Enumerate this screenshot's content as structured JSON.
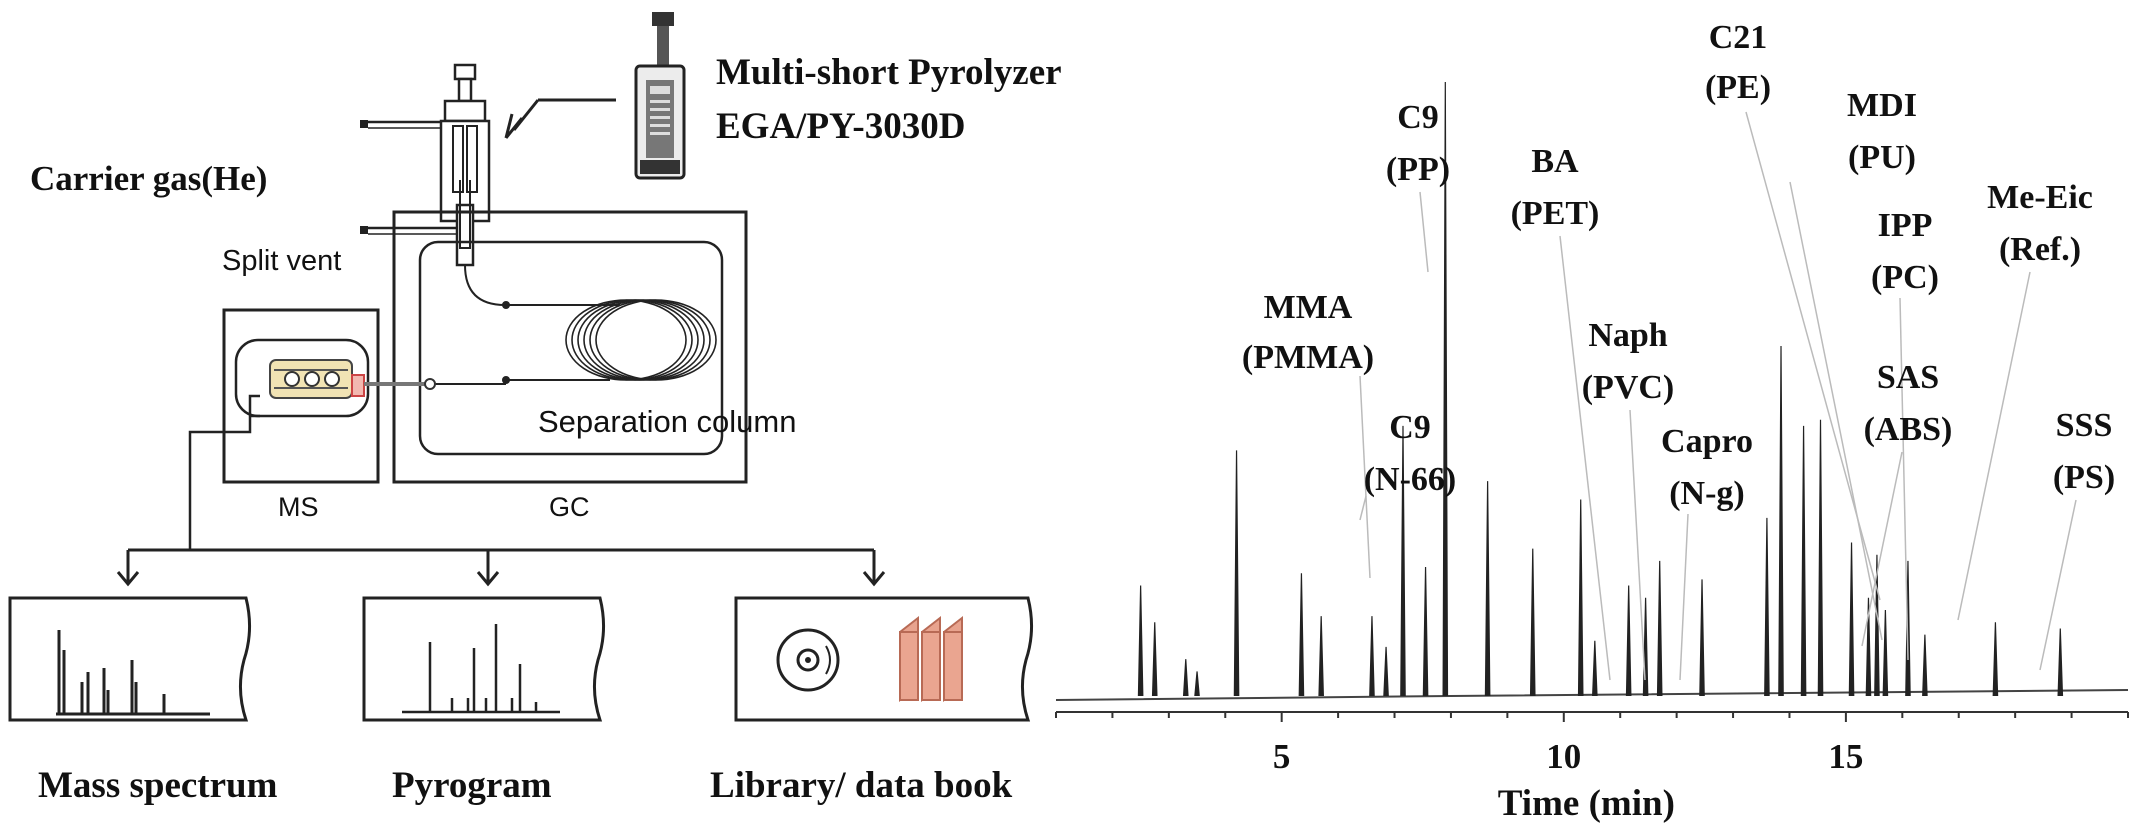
{
  "instrument": {
    "pyrolyzer_name": "Multi-short Pyrolyzer",
    "pyrolyzer_model": "EGA/PY-3030D",
    "carrier_gas_label": "Carrier gas(He)",
    "split_vent_label": "Split vent",
    "column_label": "Separation column",
    "ms_label": "MS",
    "gc_label": "GC"
  },
  "outputs": {
    "mass_spectrum_label": "Mass spectrum",
    "pyrogram_label": "Pyrogram",
    "library_label": "Library/ data book"
  },
  "chart_data": {
    "type": "line",
    "title": "",
    "xlabel": "Time (min)",
    "ylabel": "",
    "xlim": [
      1,
      20
    ],
    "ylim": [
      0,
      100
    ],
    "xticks": [
      5,
      10,
      15
    ],
    "grid": false,
    "peaks": [
      {
        "x": 2.5,
        "y": 18
      },
      {
        "x": 2.75,
        "y": 12
      },
      {
        "x": 3.3,
        "y": 6
      },
      {
        "x": 3.5,
        "y": 4
      },
      {
        "x": 4.2,
        "y": 40
      },
      {
        "x": 5.35,
        "y": 20
      },
      {
        "x": 5.7,
        "y": 13
      },
      {
        "x": 6.6,
        "y": 13
      },
      {
        "x": 6.85,
        "y": 8
      },
      {
        "x": 7.15,
        "y": 44
      },
      {
        "x": 7.55,
        "y": 21
      },
      {
        "x": 7.9,
        "y": 100
      },
      {
        "x": 8.65,
        "y": 35
      },
      {
        "x": 9.45,
        "y": 24
      },
      {
        "x": 10.3,
        "y": 32
      },
      {
        "x": 10.55,
        "y": 9
      },
      {
        "x": 11.15,
        "y": 18
      },
      {
        "x": 11.45,
        "y": 16
      },
      {
        "x": 11.7,
        "y": 22
      },
      {
        "x": 12.45,
        "y": 19
      },
      {
        "x": 13.6,
        "y": 29
      },
      {
        "x": 13.85,
        "y": 57
      },
      {
        "x": 14.25,
        "y": 44
      },
      {
        "x": 14.55,
        "y": 45
      },
      {
        "x": 15.1,
        "y": 25
      },
      {
        "x": 15.4,
        "y": 16
      },
      {
        "x": 15.55,
        "y": 23
      },
      {
        "x": 15.7,
        "y": 14
      },
      {
        "x": 16.1,
        "y": 22
      },
      {
        "x": 16.4,
        "y": 10
      },
      {
        "x": 17.65,
        "y": 12
      },
      {
        "x": 18.8,
        "y": 11
      }
    ],
    "annotations": [
      {
        "name": "MMA",
        "polymer": "(PMMA)"
      },
      {
        "name": "C9",
        "polymer": "(PP)"
      },
      {
        "name": "C9",
        "polymer": "(N-66)"
      },
      {
        "name": "BA",
        "polymer": "(PET)"
      },
      {
        "name": "Naph",
        "polymer": "(PVC)"
      },
      {
        "name": "Capro",
        "polymer": "(N-g)"
      },
      {
        "name": "C21",
        "polymer": "(PE)"
      },
      {
        "name": "MDI",
        "polymer": "(PU)"
      },
      {
        "name": "IPP",
        "polymer": "(PC)"
      },
      {
        "name": "Me-Eic",
        "polymer": "(Ref.)"
      },
      {
        "name": "SAS",
        "polymer": "(ABS)"
      },
      {
        "name": "SSS",
        "polymer": "(PS)"
      }
    ]
  }
}
